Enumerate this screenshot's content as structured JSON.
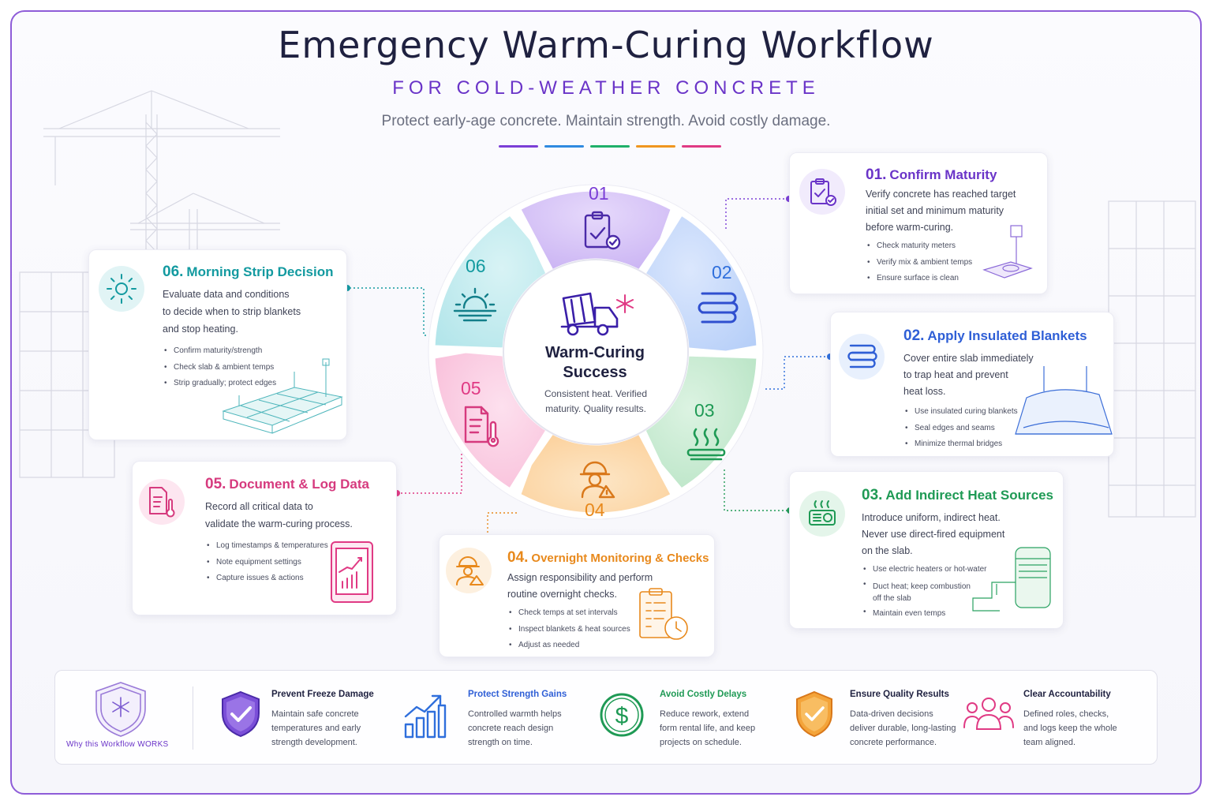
{
  "header": {
    "title": "Emergency  Warm-Curing Workflow",
    "subtitle": "FOR COLD-WEATHER CONCRETE",
    "tagline": "Protect early-age concrete. Maintain strength. Avoid costly damage."
  },
  "colors": {
    "step1": "#7b3fd6",
    "step2": "#2f6fdc",
    "step3": "#1f9a55",
    "step4": "#e8891c",
    "step5": "#e03a84",
    "step6": "#139aa0",
    "frame": "#8e5cd8"
  },
  "center": {
    "title_line1": "Warm-Curing",
    "title_line2": "Success",
    "desc_line1": "Consistent heat. Verified",
    "desc_line2": "maturity. Quality results.",
    "icon": "cement-mixer-snowflake-icon"
  },
  "wheel": {
    "n01": "01",
    "n02": "02",
    "n03": "03",
    "n04": "04",
    "n05": "05",
    "n06": "06"
  },
  "steps": {
    "s1": {
      "num": "01.",
      "title": "Confirm Maturity",
      "icon": "clipboard-check-icon",
      "desc": [
        "Verify concrete has reached target",
        "initial set and minimum maturity",
        "before warm-curing."
      ],
      "bullets": [
        "Check maturity meters",
        "Verify mix & ambient temps",
        "Ensure surface is clean"
      ]
    },
    "s2": {
      "num": "02.",
      "title": "Apply Insulated Blankets",
      "icon": "stacked-blankets-icon",
      "desc": [
        "Cover entire slab immediately",
        "to trap heat and prevent",
        "heat loss."
      ],
      "bullets": [
        "Use insulated curing blankets",
        "Seal edges and seams",
        "Minimize thermal bridges"
      ]
    },
    "s3": {
      "num": "03.",
      "title": "Add Indirect Heat Sources",
      "icon": "heater-icon",
      "desc": [
        "Introduce uniform, indirect heat.",
        "Never use direct-fired equipment",
        "on the slab."
      ],
      "bullets": [
        "Use electric heaters or hot-water",
        "Duct heat; keep combustion",
        "off the slab",
        "Maintain even temps"
      ]
    },
    "s4": {
      "num": "04.",
      "title": "Overnight Monitoring & Checks",
      "icon": "worker-warning-icon",
      "desc": [
        "Assign responsibility and perform",
        "routine overnight checks."
      ],
      "bullets": [
        "Check temps at set intervals",
        "Inspect blankets & heat sources",
        "Adjust as needed"
      ]
    },
    "s5": {
      "num": "05.",
      "title": "Document & Log Data",
      "icon": "document-thermometer-icon",
      "desc": [
        "Record all critical data to",
        "validate the warm-curing process."
      ],
      "bullets": [
        "Log timestamps & temperatures",
        "Note equipment settings",
        "Capture issues & actions"
      ]
    },
    "s6": {
      "num": "06.",
      "title": "Morning Strip Decision",
      "icon": "sun-icon",
      "desc": [
        "Evaluate data and conditions",
        "to decide when to strip blankets",
        "and stop heating."
      ],
      "bullets": [
        "Confirm maturity/strength",
        "Check slab & ambient temps",
        "Strip gradually; protect edges"
      ]
    }
  },
  "benefits": {
    "label": "Why this Workflow WORKS",
    "b1": {
      "title": "Prevent Freeze Damage",
      "desc": [
        "Maintain safe concrete",
        "temperatures and early",
        "strength development."
      ],
      "icon": "shield-check-icon"
    },
    "b2": {
      "title": "Protect Strength Gains",
      "desc": [
        "Controlled warmth helps",
        "concrete reach design",
        "strength on time."
      ],
      "icon": "growth-chart-icon"
    },
    "b3": {
      "title": "Avoid Costly Delays",
      "desc": [
        "Reduce rework, extend",
        "form rental life, and keep",
        "projects on schedule."
      ],
      "icon": "dollar-circle-icon"
    },
    "b4": {
      "title": "Ensure Quality Results",
      "desc": [
        "Data-driven decisions",
        "deliver durable, long-lasting",
        "concrete performance."
      ],
      "icon": "quality-shield-icon"
    },
    "b5": {
      "title": "Clear Accountability",
      "desc": [
        "Defined roles, checks,",
        "and logs keep the whole",
        "team aligned."
      ],
      "icon": "team-icon"
    }
  }
}
